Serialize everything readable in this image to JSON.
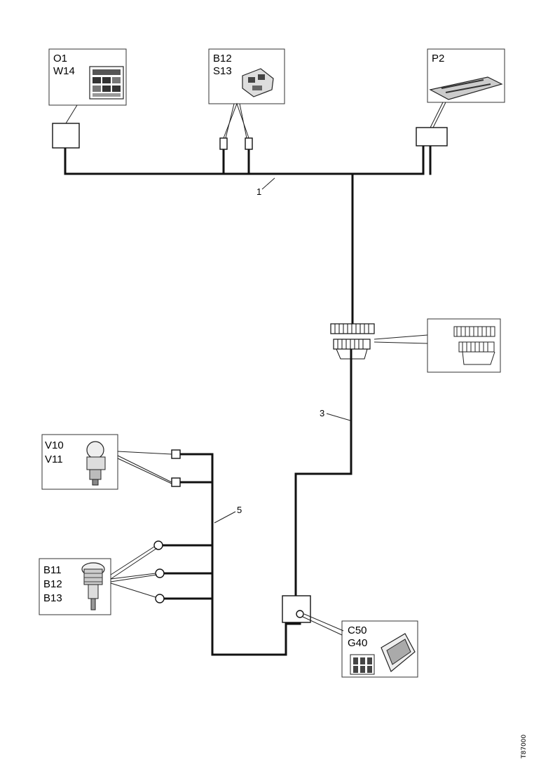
{
  "components": {
    "top_left": [
      "O1",
      "W14"
    ],
    "top_mid": [
      "B12",
      "S13"
    ],
    "top_right": [
      "P2"
    ],
    "mid_left": [
      "V10",
      "V11"
    ],
    "low_left": [
      "B11",
      "B12",
      "B13"
    ],
    "low_right": [
      "C50",
      "G40"
    ]
  },
  "harness_numbers": {
    "n1": "1",
    "n3": "3",
    "n5": "5"
  },
  "drawing_ref": "T87000"
}
